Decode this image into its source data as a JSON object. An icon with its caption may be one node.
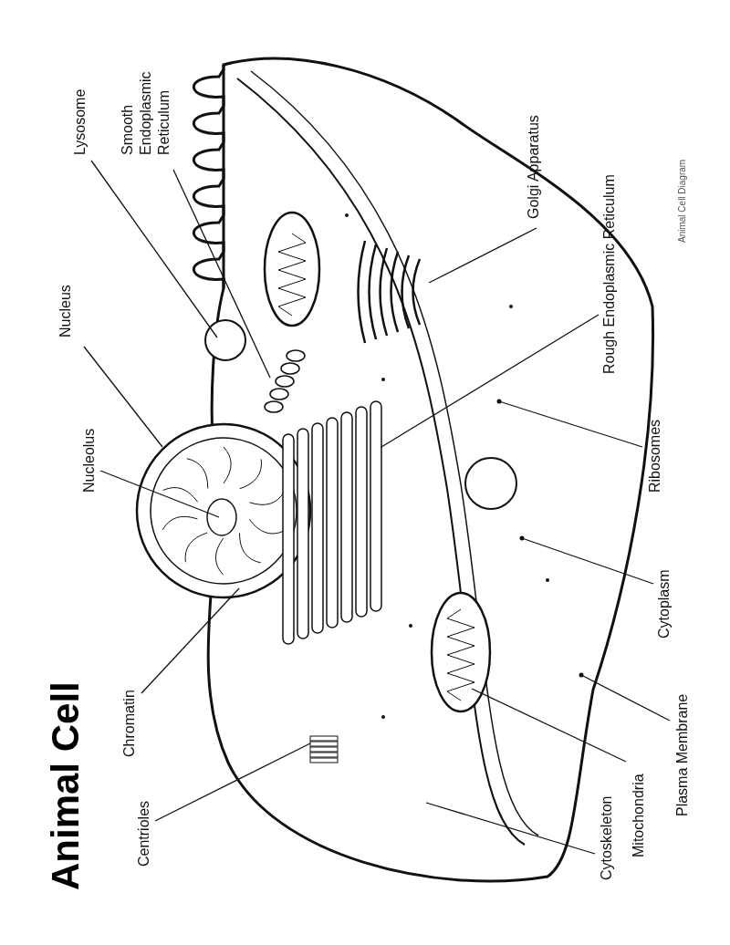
{
  "diagram": {
    "title": "Animal Cell",
    "nodes": [
      {
        "text": [
          "Smooth Endoplasmic Reticulum"
        ]
      },
      {
        "text": [
          "Lysosome"
        ]
      },
      {
        "text": [
          "Nucleus"
        ]
      },
      {
        "text": [
          "Nucleolus"
        ]
      },
      {
        "text": [
          "Chromatin"
        ]
      },
      {
        "text": [
          "Centrioles"
        ]
      },
      {
        "text": [
          "Golgi Apparatus"
        ]
      },
      {
        "text": [
          "Rough Endoplasmic Reticulum"
        ]
      },
      {
        "text": [
          "Ribosomes"
        ]
      },
      {
        "text": [
          "Cytoplasm"
        ]
      },
      {
        "text": [
          "Cytoskeleton"
        ]
      },
      {
        "text": [
          "Mitochondria"
        ]
      },
      {
        "text": [
          "Plasma Membrane"
        ]
      }
    ],
    "edges": [
      {
        "from": 0,
        "to": null,
        "arrow": "none"
      },
      {
        "from": 1,
        "to": null,
        "arrow": "none"
      },
      {
        "from": 2,
        "to": null,
        "arrow": "none"
      },
      {
        "from": 3,
        "to": null,
        "arrow": "none"
      },
      {
        "from": 4,
        "to": null,
        "arrow": "none"
      },
      {
        "from": 5,
        "to": null,
        "arrow": "none"
      },
      {
        "from": 6,
        "to": null,
        "arrow": "none"
      },
      {
        "from": 7,
        "to": null,
        "arrow": "none"
      },
      {
        "from": 8,
        "to": null,
        "arrow": "other"
      },
      {
        "from": 9,
        "to": null,
        "arrow": "other"
      },
      {
        "from": 10,
        "to": null,
        "arrow": "none"
      },
      {
        "from": 11,
        "to": null,
        "arrow": "none"
      },
      {
        "from": 12,
        "to": null,
        "arrow": "other"
      }
    ],
    "labels": [
      "Animal Cell Diagram"
    ]
  }
}
